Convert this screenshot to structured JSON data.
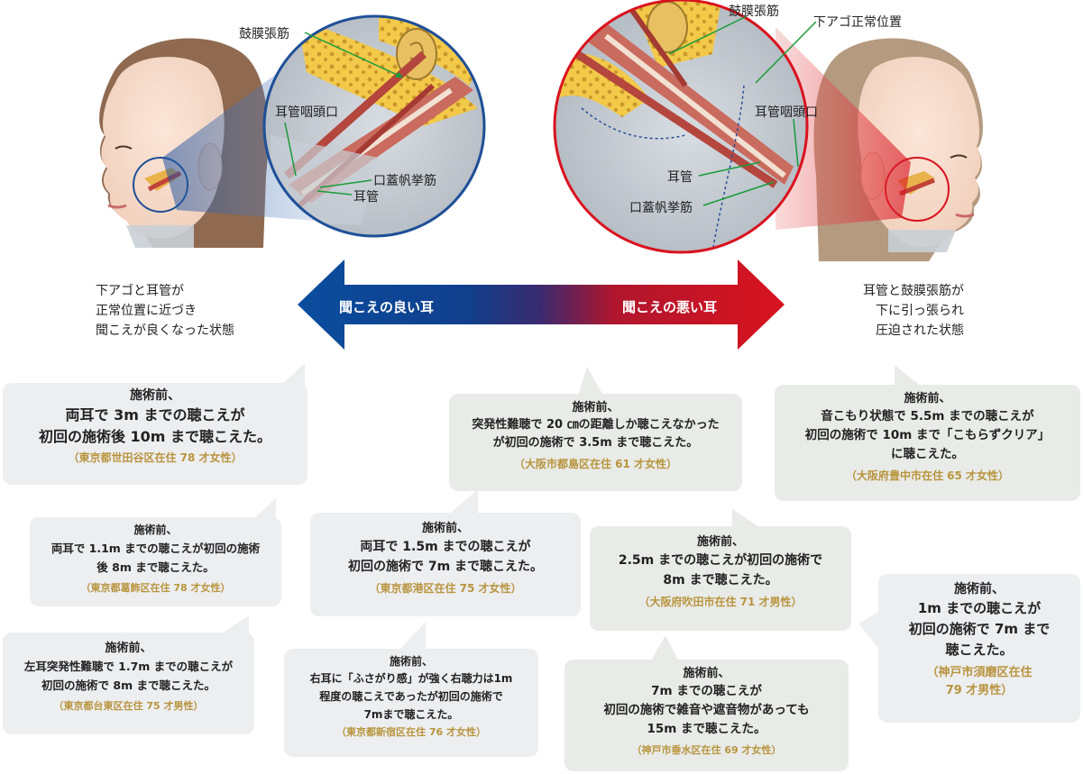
{
  "left_figure": {
    "labels": {
      "tensor_tympani": "鼓膜張筋",
      "pharyngeal_orifice": "耳管咽頭口",
      "levator": "口蓋帆挙筋",
      "eustachian": "耳管"
    },
    "state_text": "下アゴと耳管が\n正常位置に近づき\n聞こえが良くなった状態"
  },
  "right_figure": {
    "labels": {
      "tensor_tympani": "鼓膜張筋",
      "jaw_normal": "下アゴ正常位置",
      "pharyngeal_orifice": "耳管咽頭口",
      "eustachian": "耳管",
      "levator": "口蓋帆挙筋"
    },
    "state_text": "耳管と鼓膜張筋が\n下に引っ張られ\n圧迫された状態"
  },
  "arrow": {
    "good": "聞こえの良い耳",
    "bad": "聞こえの悪い耳",
    "colors": {
      "good": "#0b4d9e",
      "bad": "#d9131f"
    }
  },
  "testimonials": [
    {
      "pre": "施術前、",
      "main": "両耳で 3m までの聴こえが\n初回の施術後 10m まで聴こえた。",
      "who": "（東京都世田谷区在住 78 才女性）"
    },
    {
      "pre": "施術前、",
      "main": "突発性難聴で 20 ㎝の距離しか聴こえなかった\nが初回の施術で 3.5m まで聴こえた。",
      "who": "（大阪市都島区在住 61 才女性）"
    },
    {
      "pre": "施術前、",
      "main": "音こもり状態で 5.5m までの聴こえが\n初回の施術で 10m まで「こもらずクリア」\nに聴こえた。",
      "who": "（大阪府豊中市在住 65 才女性）"
    },
    {
      "pre": "施術前、",
      "main": "両耳で 1.1m までの聴こえが初回の施術\n後 8m まで聴こえた。",
      "who": "（東京都葛飾区在住 78 才女性）"
    },
    {
      "pre": "施術前、",
      "main": "両耳で 1.5m までの聴こえが\n初回の施術で 7m まで聴こえた。",
      "who": "（東京都港区在住 75 才女性）"
    },
    {
      "pre": "施術前、",
      "main": "2.5m までの聴こえが初回の施術で\n8m まで聴こえた。",
      "who": "（大阪府吹田市在住 71 才男性）"
    },
    {
      "pre": "施術前、",
      "main": "1m までの聴こえが\n初回の施術で 7m まで\n聴こえた。",
      "who": "（神戸市須磨区在住\n79 才男性）"
    },
    {
      "pre": "施術前、",
      "main": "左耳突発性難聴で 1.7m までの聴こえが\n初回の施術で 8m まで聴こえた。",
      "who": "（東京都台東区在住 75 才男性）"
    },
    {
      "pre": "施術前、",
      "main": "右耳に「ふさがり感」が強く右聴力は1m\n程度の聴こえであったが初回の施術で\n7mまで聴こえた。",
      "who": "（東京都新宿区在住 76 才女性）"
    },
    {
      "pre": "施術前、",
      "main": "7m までの聴こえが\n初回の施術で雑音や遮音物があっても\n15m まで聴こえた。",
      "who": "（神戸市垂水区在住 69 才女性）"
    }
  ]
}
